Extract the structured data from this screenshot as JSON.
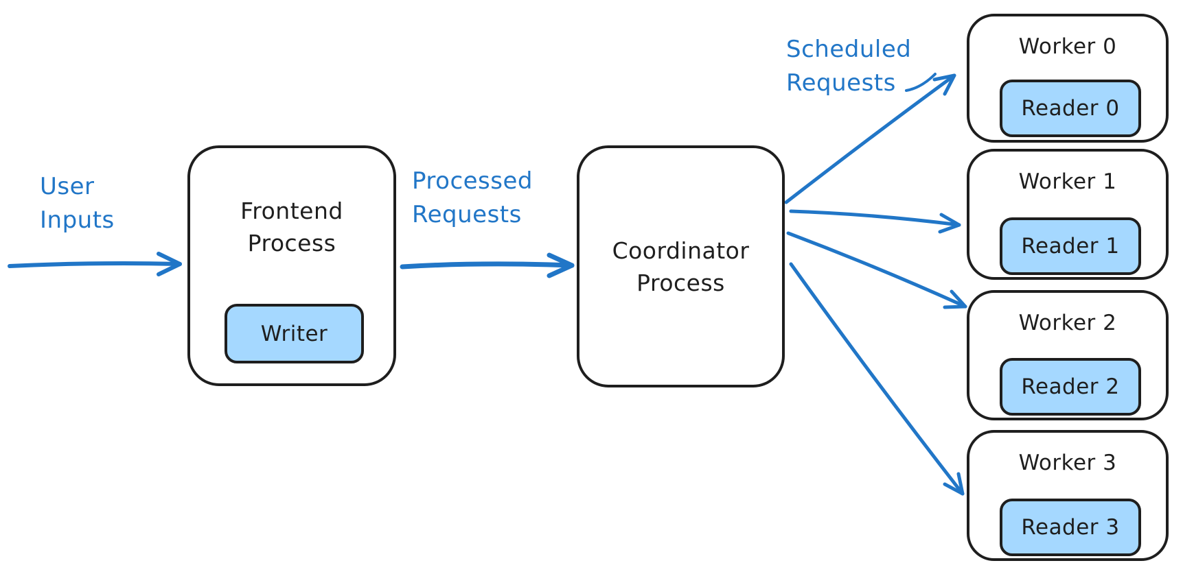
{
  "colors": {
    "background": "#ffffff",
    "stroke": "#1e1e1e",
    "accent_blue": "#2176c7",
    "light_blue_fill": "#a5d8ff"
  },
  "labels": {
    "user_inputs": [
      "User",
      "Inputs"
    ],
    "processed_requests": [
      "Processed",
      "Requests"
    ],
    "scheduled_requests": [
      "Scheduled",
      "Requests"
    ]
  },
  "nodes": {
    "frontend": {
      "title": [
        "Frontend",
        "Process"
      ],
      "writer": "Writer"
    },
    "coordinator": {
      "title": [
        "Coordinator",
        "Process"
      ]
    },
    "workers": [
      {
        "title": "Worker 0",
        "reader": "Reader 0"
      },
      {
        "title": "Worker 1",
        "reader": "Reader 1"
      },
      {
        "title": "Worker 2",
        "reader": "Reader 2"
      },
      {
        "title": "Worker 3",
        "reader": "Reader 3"
      }
    ]
  }
}
